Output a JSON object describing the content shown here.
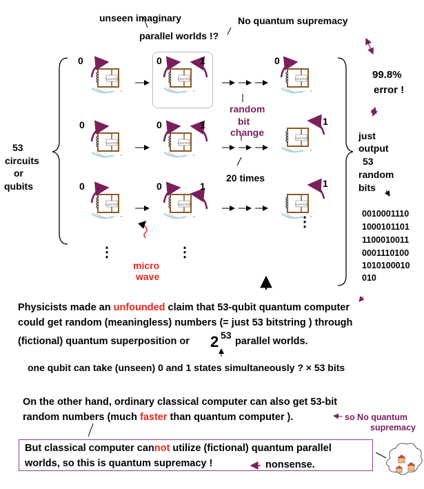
{
  "top": {
    "unseen_imaginary": "unseen  imaginary",
    "parallel_worlds": "parallel worlds !?",
    "no_quantum_supremacy": "No quantum supremacy"
  },
  "left": {
    "line1": "53",
    "line2": "circuits",
    "line3": "or",
    "line4": "qubits"
  },
  "middle": {
    "random": "random",
    "bit": "bit",
    "change": "change",
    "times": "20 times",
    "micro": "micro",
    "wave": "wave",
    "dots": "⋮"
  },
  "qubit_labels": {
    "zero": "0",
    "one": "1",
    "capacitors": "Capacitors"
  },
  "right": {
    "error_pct": "99.8%",
    "error_word": "error !",
    "just": "just",
    "output": "output",
    "n53": "53",
    "random": "random",
    "bits": "bits",
    "bitstrings": [
      "0010001110",
      "1000101101",
      "1100010011",
      "0001110100",
      "1010100010",
      "010"
    ]
  },
  "body_text": {
    "line1_a": "Physicists made an ",
    "line1_b": "unfounded",
    "line1_c": " claim that 53-qubit quantum computer",
    "line2": "could get random (meaningless) numbers (= just 53 bitstring ) through",
    "line3_a": "(fictional) quantum superposition or",
    "line3_base": "2",
    "line3_exp": "53",
    "line3_b": "parallel worlds.",
    "line4": "one qubit can take (unseen) 0 and 1 states simultaneously ?  × 53 bits",
    "line5": "On the other hand,  ordinary classical computer can also get 53-bit",
    "line6_a": "random numbers (much ",
    "line6_b": "faster",
    "line6_c": " than quantum computer ).",
    "so_no_1": "so No quantum",
    "so_no_2": "supremacy",
    "box1_a": "But classical computer can",
    "box1_b": "not",
    "box1_c": " utilize (fictional) quantum parallel",
    "box2": "worlds,  so this is quantum supremacy !",
    "nonsense": "nonsense."
  },
  "colors": {
    "maroon": "#7a1f5c",
    "red": "#e8261f",
    "circuit": "#8a5a2a",
    "box_border": "#8c3f8c"
  }
}
